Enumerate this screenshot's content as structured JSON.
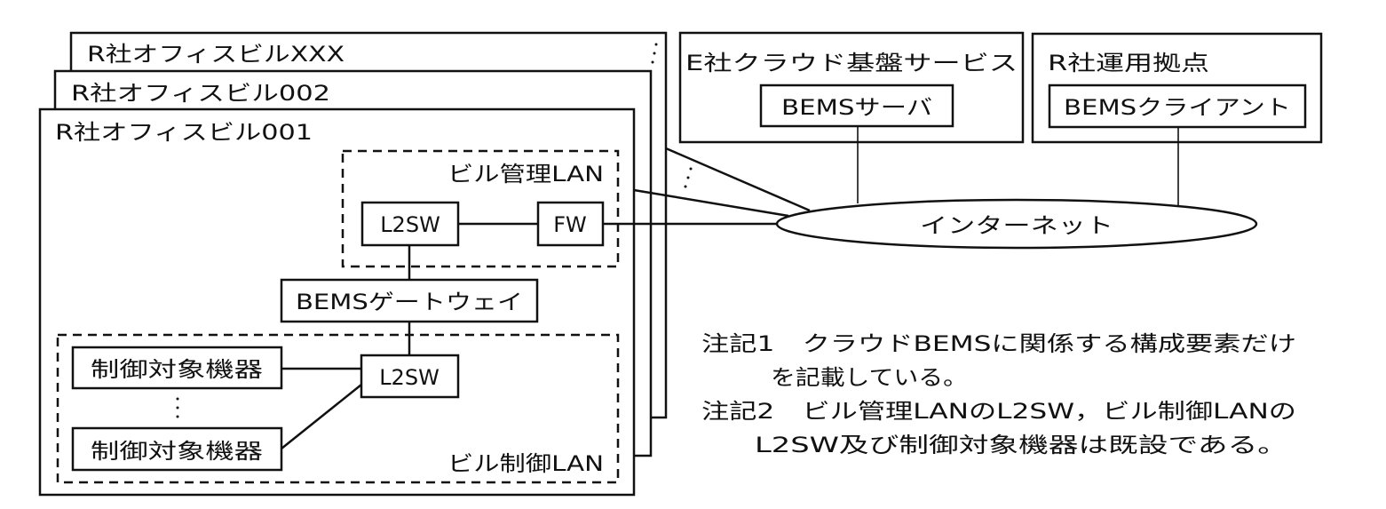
{
  "buildings": [
    {
      "label": "R社オフィスビルXXX"
    },
    {
      "label": "R社オフィスビル002"
    },
    {
      "label": "R社オフィスビル001"
    }
  ],
  "building_lan": {
    "label": "ビル管理LAN",
    "l2sw": "L2SW",
    "fw": "FW"
  },
  "gateway": "BEMSゲートウェイ",
  "control_lan": {
    "label": "ビル制御LAN",
    "l2sw": "L2SW",
    "devices": [
      "制御対象機器",
      "制御対象機器"
    ]
  },
  "cloud": {
    "label": "E社クラウド基盤サービス",
    "server": "BEMSサーバ"
  },
  "ops": {
    "label": "R社運用拠点",
    "client": "BEMSクライアント"
  },
  "internet": "インターネット",
  "notes": [
    {
      "line1": "注記1　クラウドBEMSに関係する構成要素だけ",
      "line2": "を記載している。"
    },
    {
      "line1": "注記2　ビル管理LANのL2SW，ビル制御LANの",
      "line2": "L2SW及び制御対象機器は既設である。"
    }
  ]
}
